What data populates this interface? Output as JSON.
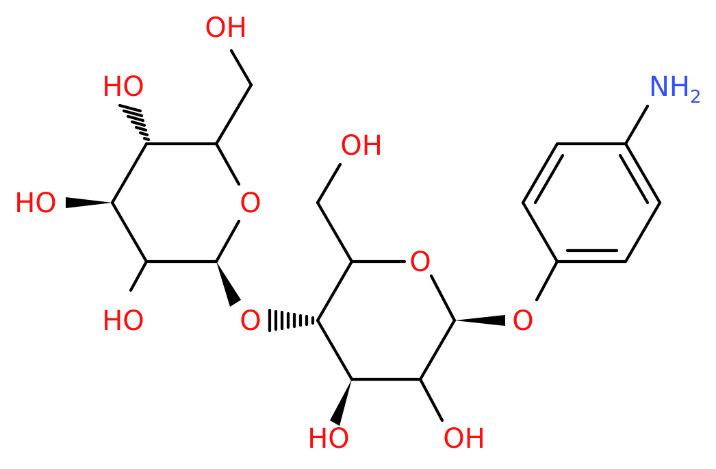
{
  "colors": {
    "background": "#ffffff",
    "bond": "#000000",
    "oxygen": "#ff0d0d",
    "nitrogen": "#3050f8"
  },
  "labels": {
    "oh_top": "OH",
    "oh_upper_left": "HO",
    "ho_left": "HO",
    "ho_lower_left": "HO",
    "o_ring_left": "O",
    "o_glycosidic": "O",
    "oh_ch2_right": "OH",
    "o_ring_right": "O",
    "o_phenyl": "O",
    "ho_bottom_left": "HO",
    "oh_bottom_right": "OH",
    "nh2_main": "NH",
    "nh2_sub": "2"
  }
}
